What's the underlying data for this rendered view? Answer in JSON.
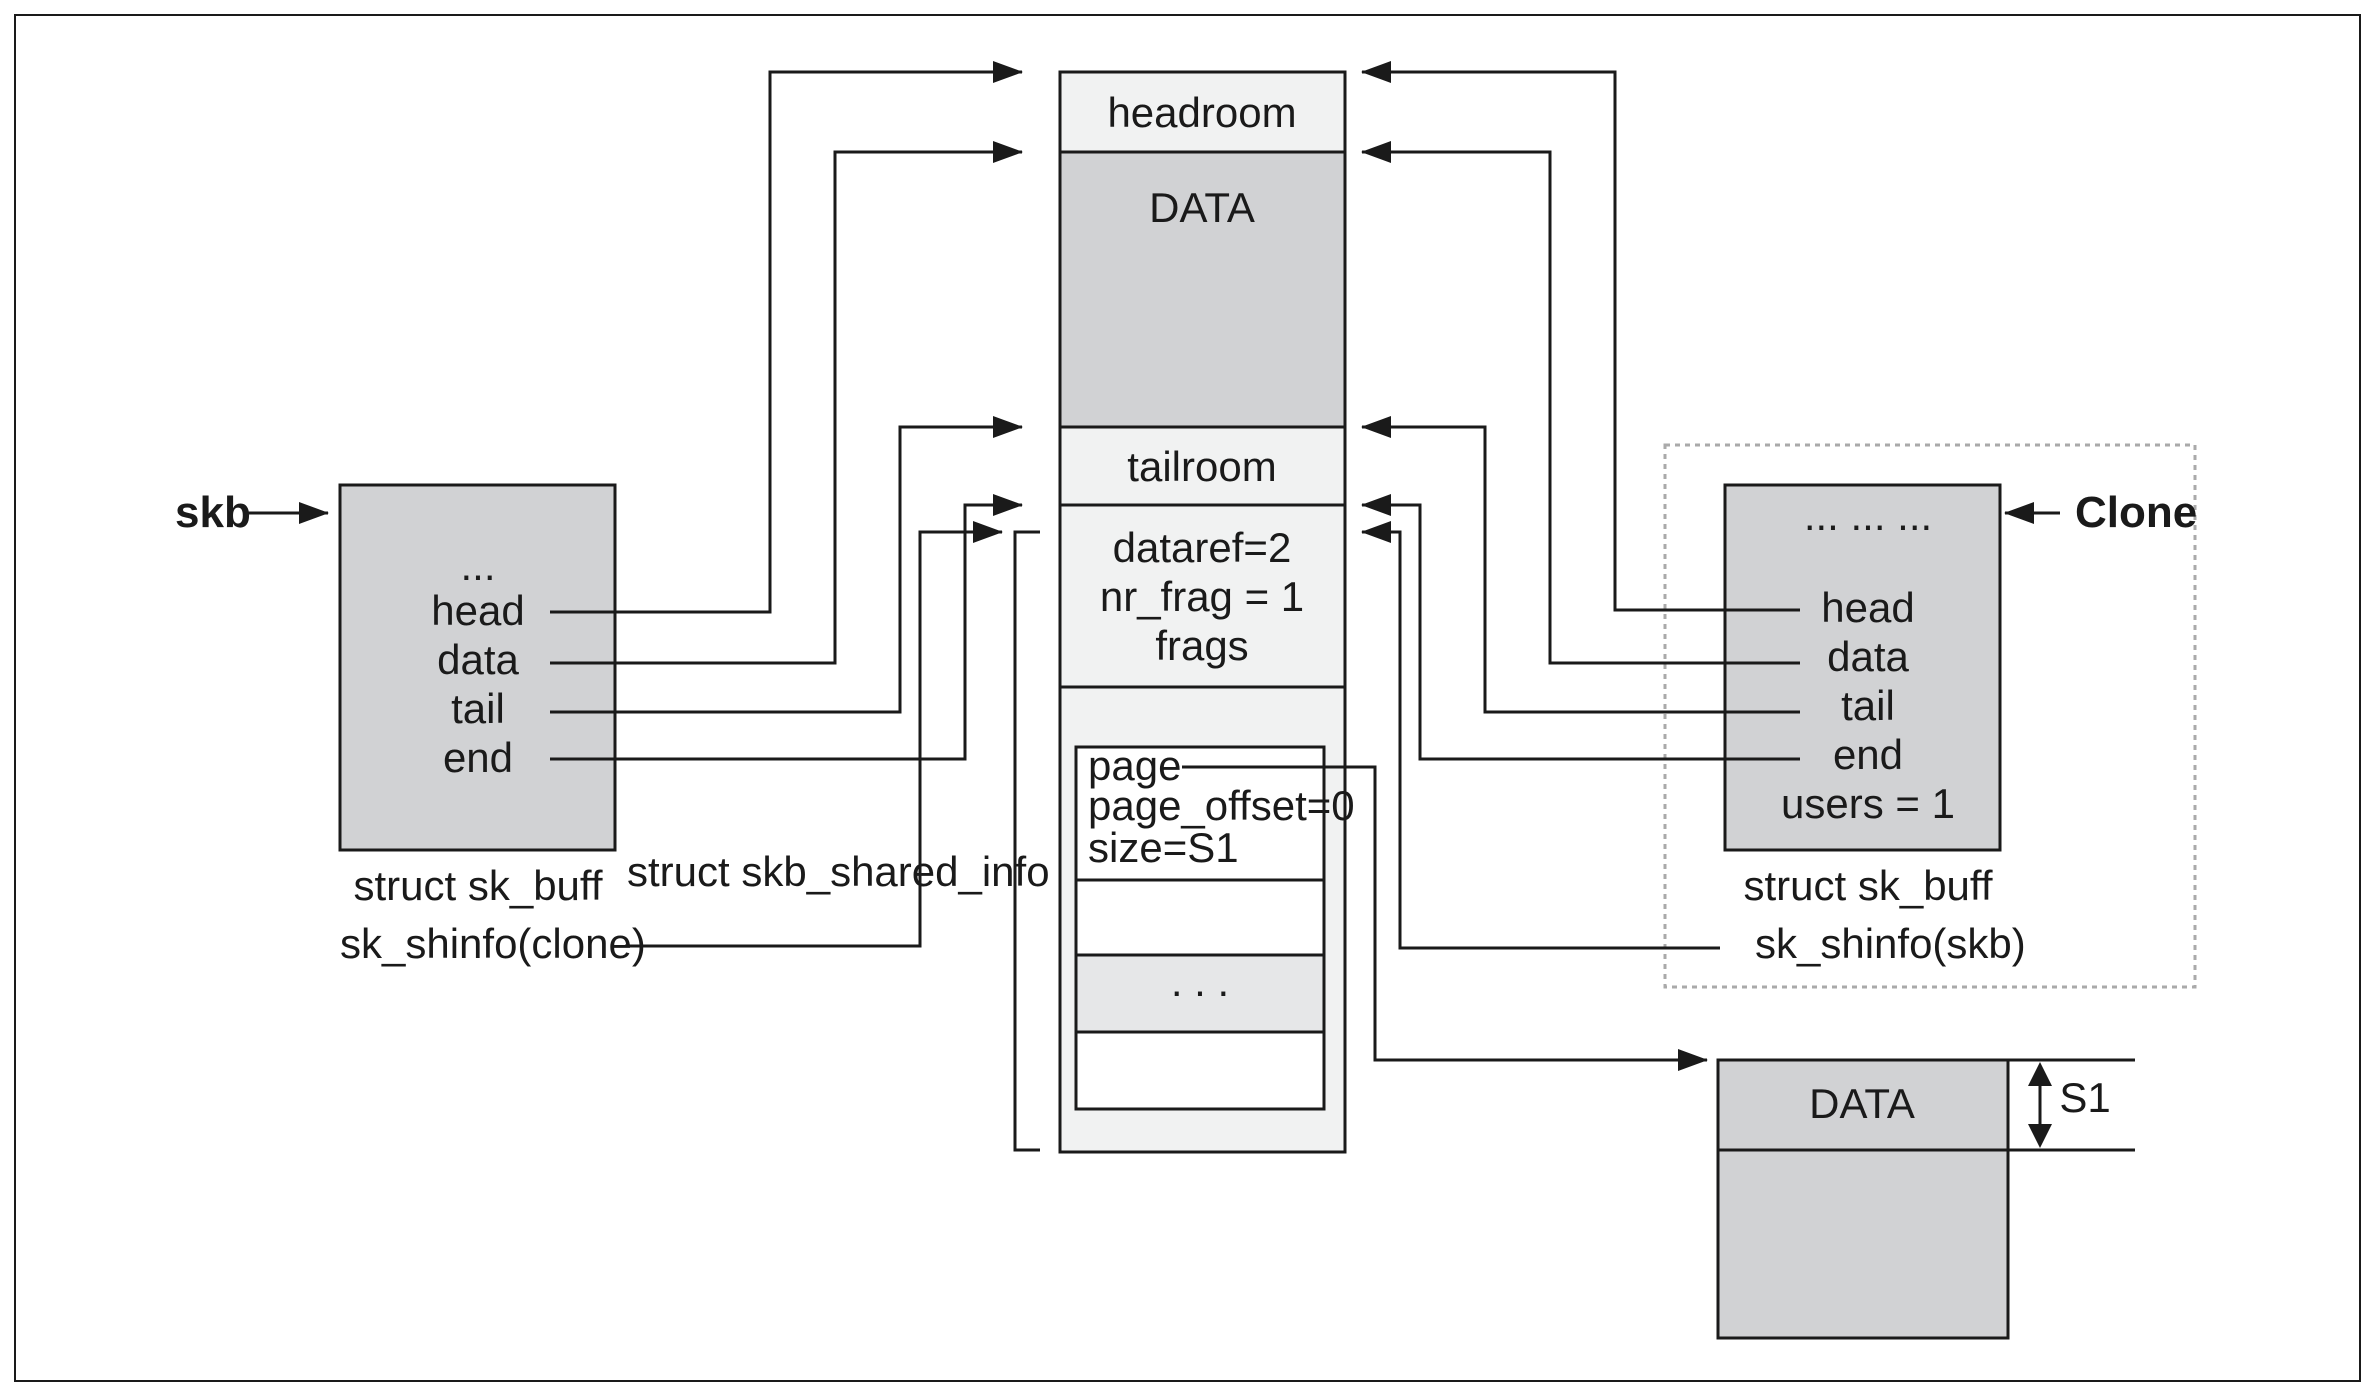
{
  "buffer": {
    "headroom": "headroom",
    "data": "DATA",
    "tailroom": "tailroom",
    "shared_info": {
      "dataref": "dataref=2",
      "nr_frag": "nr_frag = 1",
      "frags": "frags"
    },
    "frag": {
      "page": "page",
      "page_offset": "page_offset=0",
      "size": "size=S1",
      "ellipsis": ". . ."
    }
  },
  "left_skb": {
    "pointer_label": "skb",
    "ellipsis": "...",
    "fields": [
      "head",
      "data",
      "tail",
      "end"
    ],
    "struct_label": "struct sk_buff",
    "shinfo_label": "sk_shinfo(clone)"
  },
  "shared_info_label": "struct skb_shared_info",
  "clone": {
    "pointer_label": "Clone",
    "ellipsis": "... ... ...",
    "fields": [
      "head",
      "data",
      "tail",
      "end",
      "users = 1"
    ],
    "struct_label": "struct sk_buff",
    "shinfo_label": "sk_shinfo(skb)"
  },
  "page_data": {
    "label": "DATA",
    "size_label": "S1"
  },
  "colors": {
    "gray": "#d1d2d4",
    "light": "#f1f2f2",
    "mid": "#e6e7e8",
    "line": "#1a1a1a"
  }
}
